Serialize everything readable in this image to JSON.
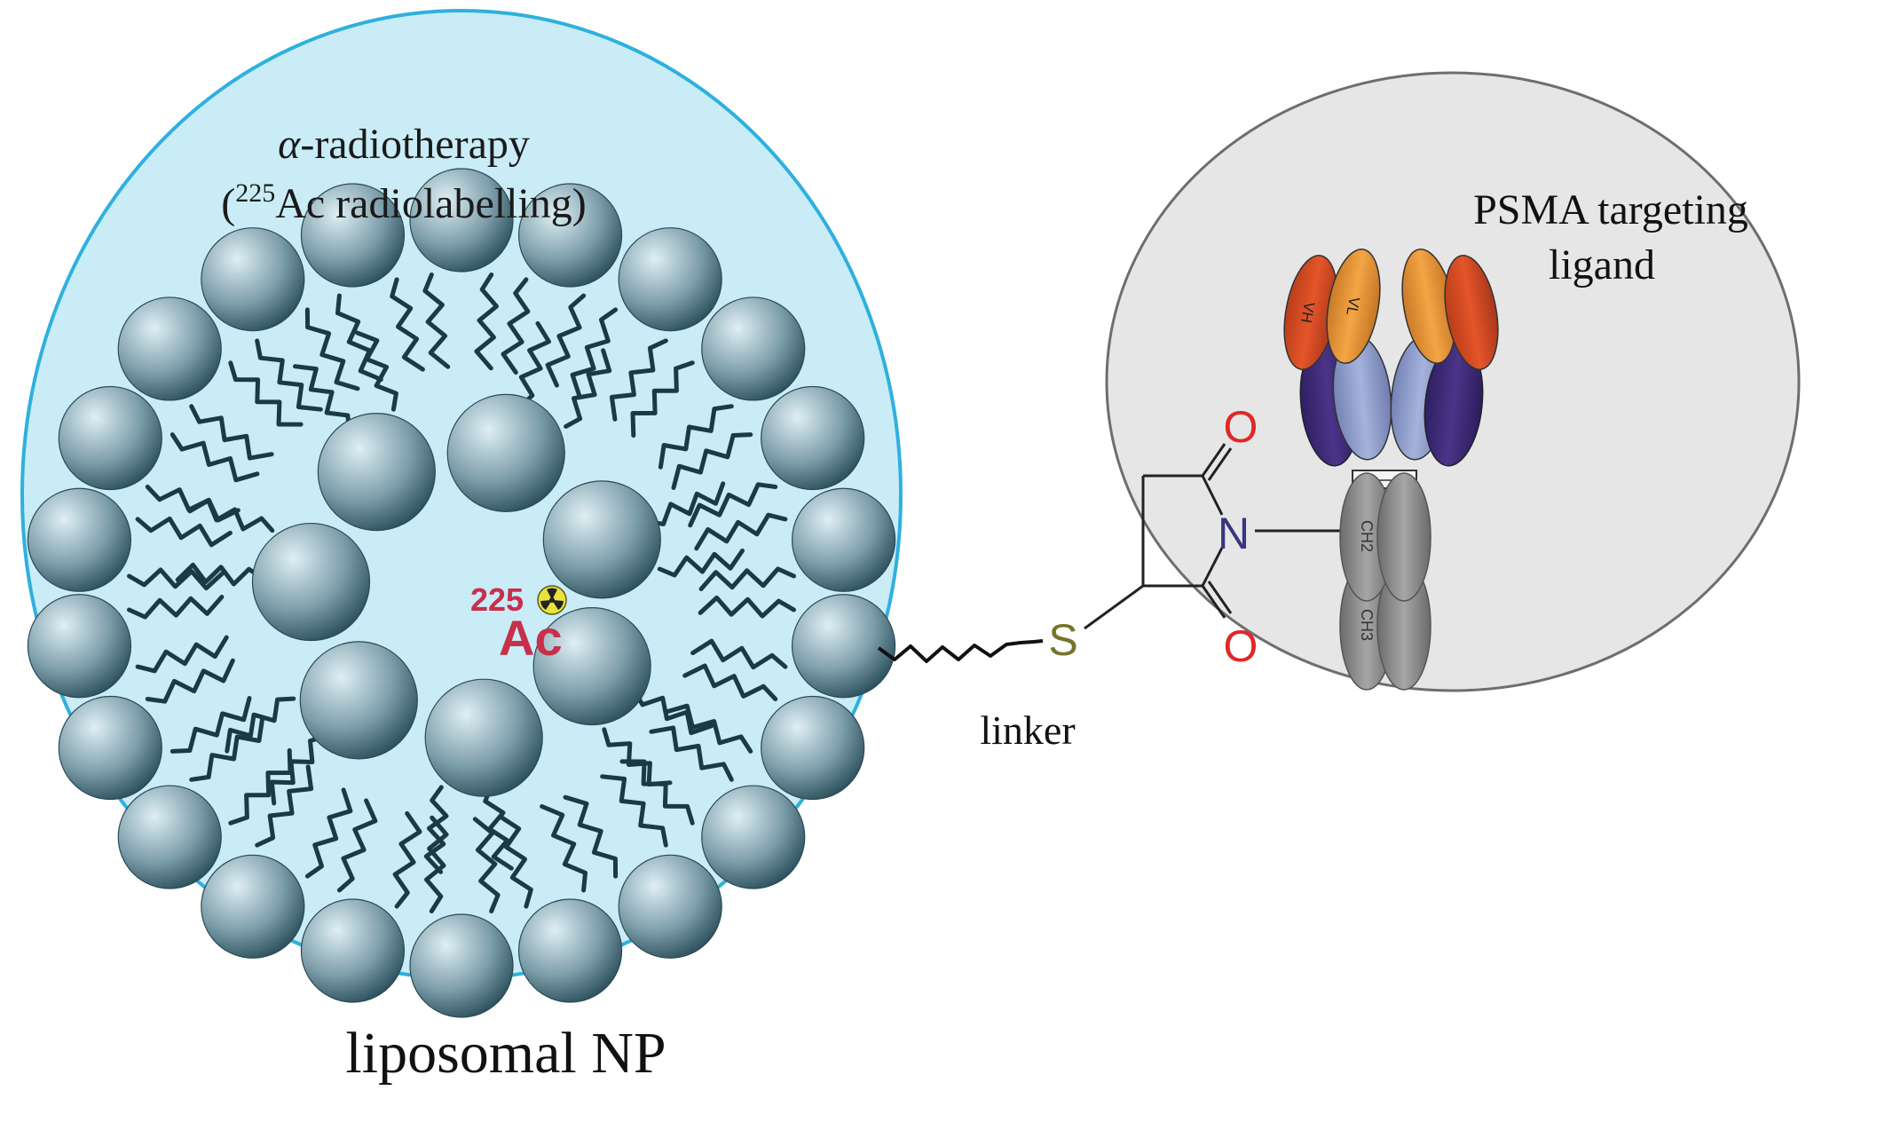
{
  "title_line1_symbol": "α",
  "title_line1_rest": "-radiotherapy",
  "title_line2_open": "(",
  "title_line2_sup": "225",
  "title_line2_rest": "Ac radiolabelling)",
  "core_mass": "225",
  "core_element": "Ac",
  "liposome_caption": "liposomal NP",
  "linker_label": "linker",
  "sulfur_label": "S",
  "nitrogen_label": "N",
  "oxygen_top": "O",
  "oxygen_bottom": "O",
  "psma_line1": "PSMA targeting",
  "psma_line2": "ligand",
  "domain_vh": "VH",
  "domain_vl": "VL",
  "domain_ch2": "CH2",
  "domain_ch3": "CH3",
  "colors": {
    "liposome_fill": "#c9ecf7",
    "liposome_stroke": "#2fb0de",
    "ligand_fill": "#e6e6e6",
    "ligand_stroke": "#6e6e6e",
    "head_light": "#d8e8ee",
    "head_dark": "#1f4350",
    "tail": "#1c3a45",
    "actinium": "#c8304a",
    "vh": "#e5552a",
    "vl": "#f19a3a",
    "heavy_const": "#4a3488",
    "light_const": "#9aa8d2",
    "fc": "#8f8f8f",
    "oxygen": "#e02828",
    "nitrogen": "#3a3580",
    "sulfur": "#76742a"
  }
}
